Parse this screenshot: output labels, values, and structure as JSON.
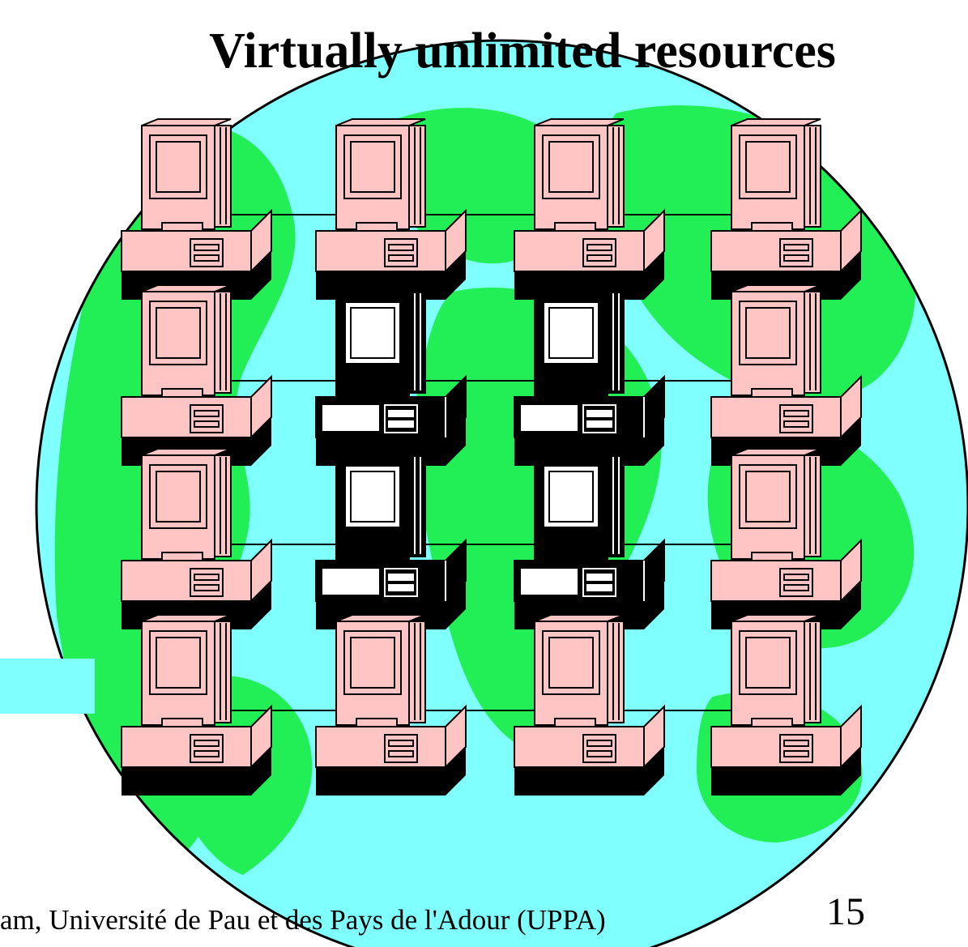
{
  "slide": {
    "title": "Virtually unlimited resources",
    "footer_text": "am, Université de Pau et des Pays de l'Adour (UPPA)",
    "page_number": "15"
  },
  "colors": {
    "ocean": "#80FFFF",
    "land": "#22EE55",
    "computer_idle": "#FFC4C4",
    "computer_active": "#000000",
    "cyan_box": "#80FFFF"
  },
  "icons": {
    "globe": "globe-icon",
    "computer": "desktop-computer-icon"
  },
  "computer_grid": {
    "rows": [
      [
        "idle",
        "idle",
        "idle",
        "idle"
      ],
      [
        "idle",
        "active",
        "active",
        "idle"
      ],
      [
        "idle",
        "active",
        "active",
        "idle"
      ],
      [
        "idle",
        "idle",
        "idle",
        "idle"
      ]
    ]
  }
}
